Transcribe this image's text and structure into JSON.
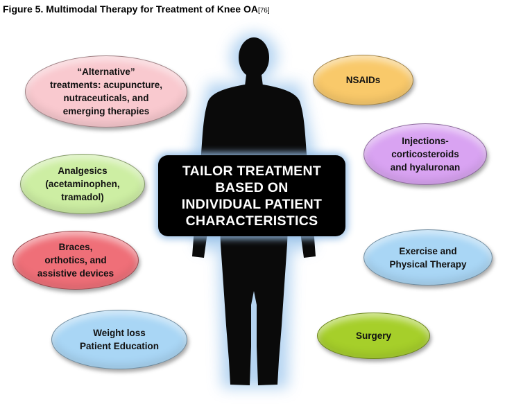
{
  "figure": {
    "title": "Figure 5. Multimodal Therapy for Treatment of Knee OA",
    "reference": "[76]"
  },
  "center_text": "TAILOR TREATMENT\nBASED ON\nINDIVIDUAL PATIENT\nCHARACTERISTICS",
  "treatments": {
    "alternative": "“Alternative”\ntreatments: acupuncture,\nnutraceuticals, and\nemerging therapies",
    "nsaids": "NSAIDs",
    "injections": "Injections-\ncorticosteroids\nand hyaluronan",
    "analgesics": "Analgesics\n(acetaminophen,\ntramadol)",
    "braces": "Braces,\northotics, and\nassistive devices",
    "exercise": "Exercise and\nPhysical Therapy",
    "weight": "Weight loss\nPatient Education",
    "surgery": "Surgery"
  },
  "colors": {
    "alternative": "#f9c9cf",
    "nsaids": "#f9c96a",
    "injections": "#d9a3f2",
    "analgesics": "#cdeea3",
    "braces": "#ef6f78",
    "exercise": "#a9d6f5",
    "weight": "#a9d6f5",
    "surgery": "#a6cf2a",
    "center_box": "#000000",
    "silhouette": "#0a0a0a",
    "glow": "#9cc7ef"
  }
}
